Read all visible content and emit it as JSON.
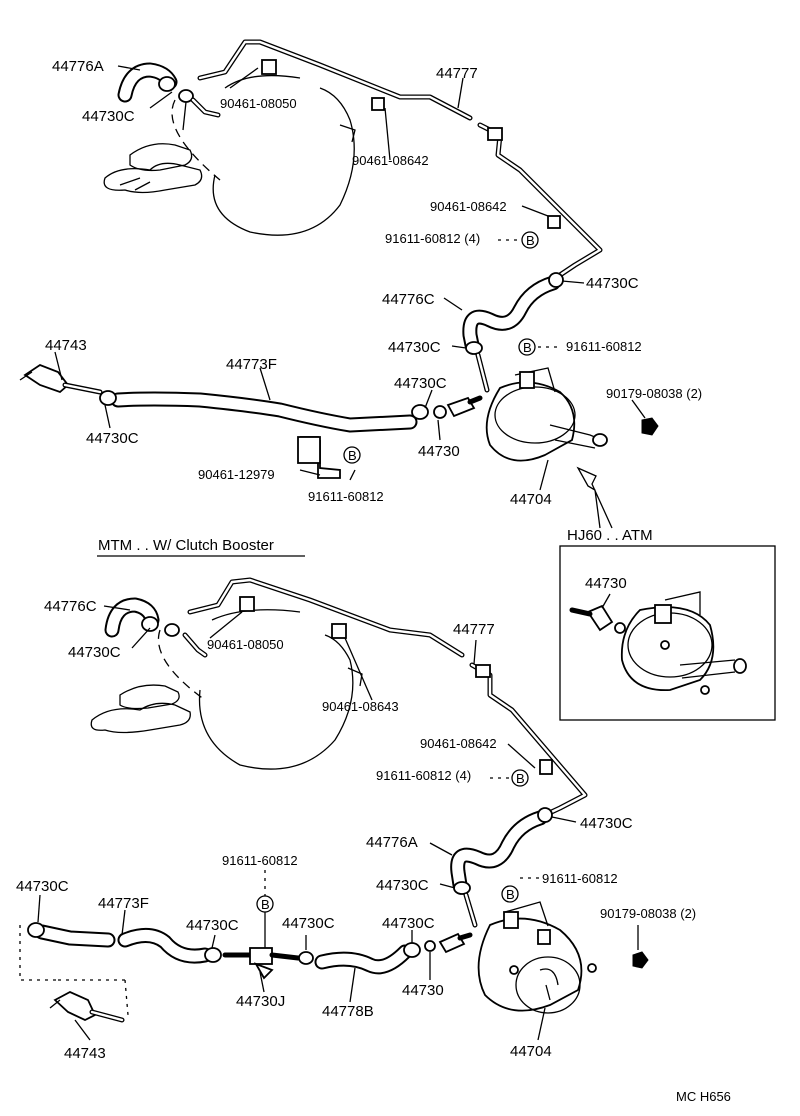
{
  "top_section": {
    "labels": {
      "p44776A": "44776A",
      "p44730C_a": "44730C",
      "p90461_08050": "90461-08050",
      "p44777": "44777",
      "p90461_08642_a": "90461-08642",
      "p90461_08642_b": "90461-08642",
      "p91611_60812_4": "91611-60812 (4)",
      "p44730C_b": "44730C",
      "p44776C": "44776C",
      "p44730C_c": "44730C",
      "p91611_60812_a": "91611-60812",
      "p44743": "44743",
      "p44773F": "44773F",
      "p44730C_d": "44730C",
      "p90179_08038": "90179-08038 (2)",
      "p44730C_e": "44730C",
      "p44730": "44730",
      "p90461_12979": "90461-12979",
      "p91611_60812_b": "91611-60812",
      "p44704": "44704"
    }
  },
  "bottom_section": {
    "heading": "MTM . . W/ Clutch Booster",
    "labels": {
      "p44776C": "44776C",
      "p44730C_a": "44730C",
      "p90461_08050": "90461-08050",
      "p44777": "44777",
      "p90461_08643": "90461-08643",
      "p90461_08642": "90461-08642",
      "p91611_60812_4": "91611-60812 (4)",
      "p44730C_b": "44730C",
      "p44776A": "44776A",
      "p44730C_c": "44730C",
      "p91611_60812_a": "91611-60812",
      "p91611_60812_top": "91611-60812",
      "p44730C_left": "44730C",
      "p44773F": "44773F",
      "p44730C_m1": "44730C",
      "p44730C_m2": "44730C",
      "p44730C_m3": "44730C",
      "p90179_08038": "90179-08038 (2)",
      "p44730J": "44730J",
      "p44778B": "44778B",
      "p44730": "44730",
      "p44743": "44743",
      "p44704": "44704"
    }
  },
  "inset": {
    "title": "HJ60 . . ATM",
    "label_44730": "44730"
  },
  "bolt_marker": "B",
  "footer": "MC  H656"
}
